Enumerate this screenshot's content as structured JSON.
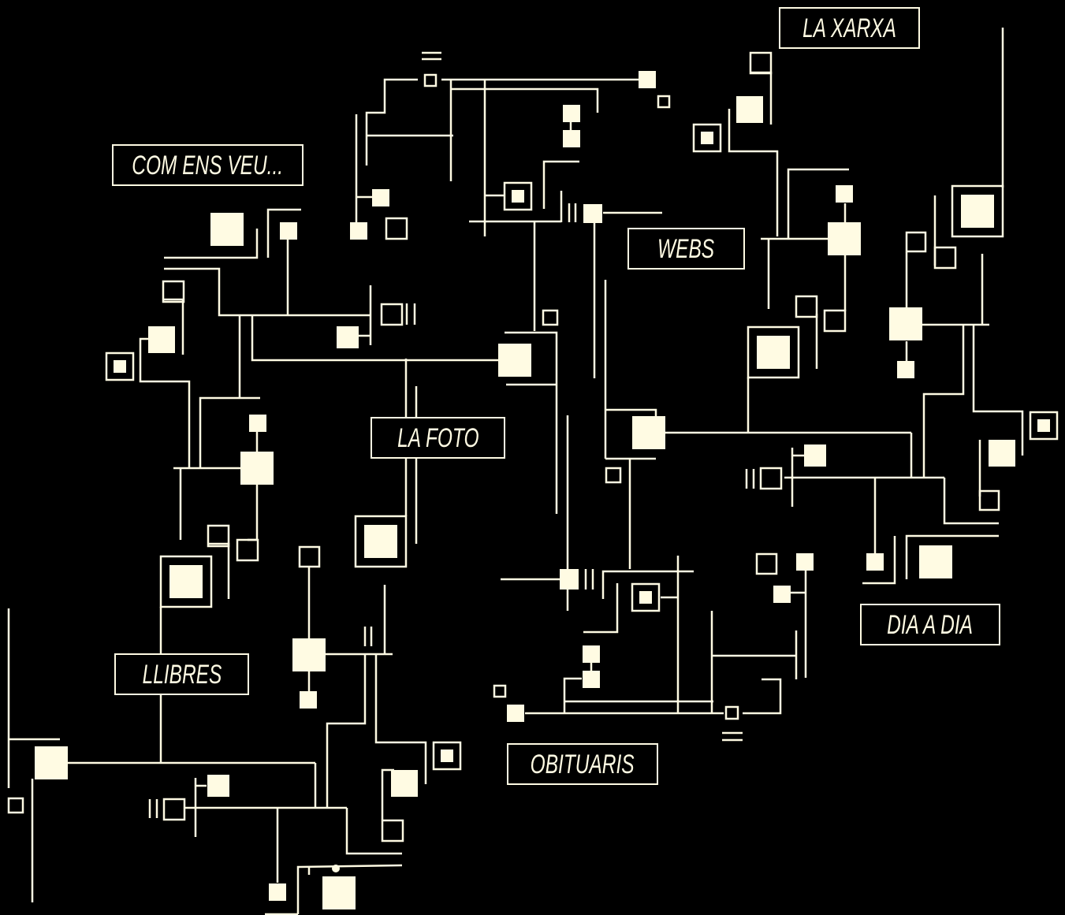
{
  "colors": {
    "background": "#000000",
    "foreground": "#fffbe3"
  },
  "nav": {
    "la_xarxa": "LA XARXA",
    "com_ens_veu": "COM ENS VEU...",
    "webs": "WEBS",
    "la_foto": "LA FOTO",
    "dia_a_dia": "DIA A DIA",
    "llibres": "LLIBRES",
    "obituaris": "OBITUARIS"
  },
  "icons": {
    "decoration": "circuit-board-traces"
  }
}
